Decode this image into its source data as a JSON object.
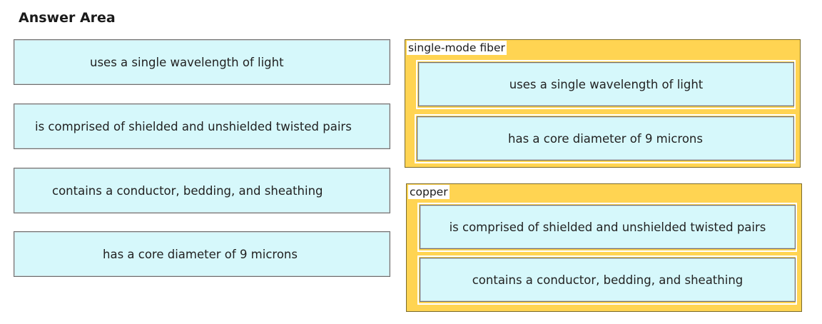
{
  "answer_area": {
    "title": "Answer Area"
  },
  "source_tiles": [
    {
      "label": "uses a single wavelength of light"
    },
    {
      "label": "is comprised of shielded and unshielded twisted pairs"
    },
    {
      "label": "contains a conductor, bedding, and sheathing"
    },
    {
      "label": "has a core diameter of 9 microns"
    }
  ],
  "targets": {
    "single_mode_fiber": {
      "label": "single-mode fiber",
      "items": [
        {
          "label": "uses a single wavelength of light"
        },
        {
          "label": "has a core diameter of 9 microns"
        }
      ]
    },
    "copper": {
      "label": "copper",
      "items": [
        {
          "label": "is comprised of shielded and unshielded twisted pairs"
        },
        {
          "label": "contains a conductor, bedding, and sheathing"
        }
      ]
    }
  },
  "colors": {
    "tile_fill": "#d6f8fb",
    "target_fill": "#ffd452",
    "tile_border": "#6e6e6e"
  }
}
